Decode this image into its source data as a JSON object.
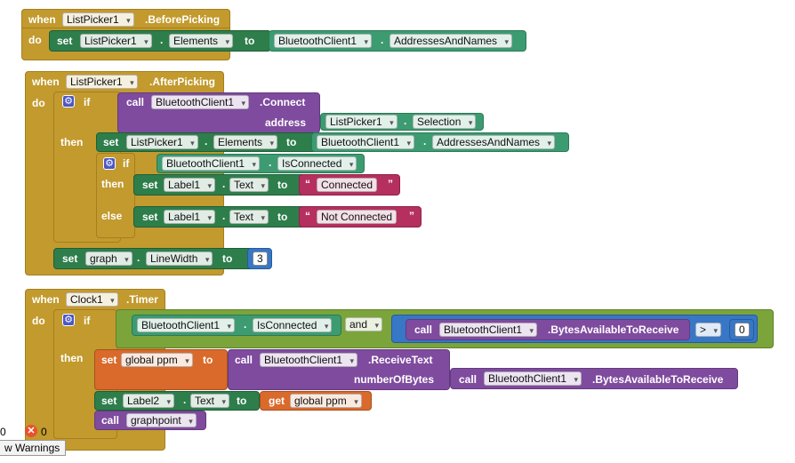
{
  "kw": {
    "when": "when",
    "do": "do",
    "set": "set",
    "to": "to",
    "call": "call",
    "if": "if",
    "then": "then",
    "else": "else",
    "and": "and",
    "get": "get",
    "dot": "."
  },
  "block1": {
    "component": "ListPicker1",
    "event": ".BeforePicking",
    "set_component": "ListPicker1",
    "set_prop": "Elements",
    "val_component": "BluetoothClient1",
    "val_prop": "AddressesAndNames"
  },
  "block2": {
    "component": "ListPicker1",
    "event": ".AfterPicking",
    "call_component": "BluetoothClient1",
    "call_method": ".Connect",
    "address_label": "address",
    "addr_component": "ListPicker1",
    "addr_prop": "Selection",
    "set1_component": "ListPicker1",
    "set1_prop": "Elements",
    "set1_val_component": "BluetoothClient1",
    "set1_val_prop": "AddressesAndNames",
    "if2_component": "BluetoothClient1",
    "if2_prop": "IsConnected",
    "then_component": "Label1",
    "then_prop": "Text",
    "then_text": "Connected",
    "else_component": "Label1",
    "else_prop": "Text",
    "else_text": "Not Connected",
    "set2_component": "graph",
    "set2_prop": "LineWidth",
    "set2_value": "3"
  },
  "block3": {
    "component": "Clock1",
    "event": ".Timer",
    "cond_component": "BluetoothClient1",
    "cond_prop": "IsConnected",
    "cmp_component": "BluetoothClient1",
    "cmp_method": ".BytesAvailableToReceive",
    "cmp_op": ">",
    "cmp_value": "0",
    "var_name": "global ppm",
    "recv_component": "BluetoothClient1",
    "recv_method": ".ReceiveText",
    "num_label": "numberOfBytes",
    "num_component": "BluetoothClient1",
    "num_method": ".BytesAvailableToReceive",
    "label_component": "Label2",
    "label_prop": "Text",
    "get_var": "global ppm",
    "call_proc": "graphpoint"
  },
  "status": {
    "warnings_count": "0",
    "errors_count": "0",
    "warnings_button": "w Warnings",
    "error_icon": "error-x-icon"
  }
}
